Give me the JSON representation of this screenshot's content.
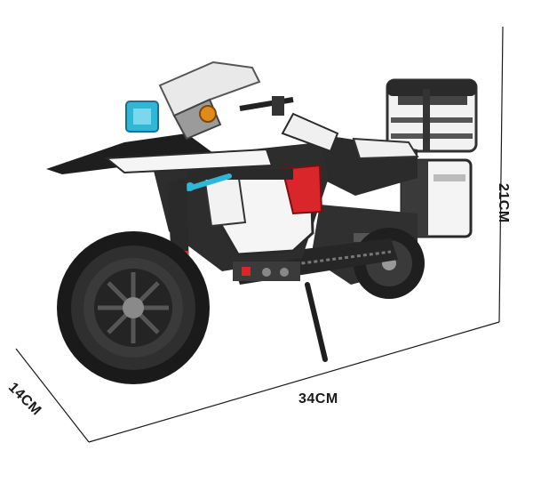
{
  "dimensions": {
    "length": "34CM",
    "height": "21CM",
    "width": "14CM"
  },
  "colors": {
    "body_white": "#f4f4f4",
    "frame_dark": "#2a2a2a",
    "accent_red": "#d8262a",
    "accent_cyan": "#2fb7d8",
    "accent_orange": "#e08a1e"
  }
}
